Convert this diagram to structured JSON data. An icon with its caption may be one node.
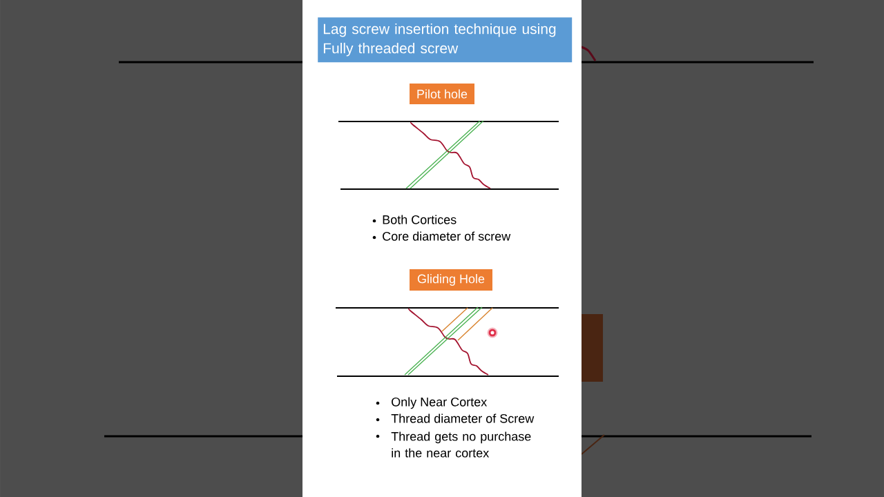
{
  "diagram": {
    "title": "Lag screw insertion technique using Fully threaded screw",
    "nodes": [
      {
        "text": [
          "Pilot hole"
        ]
      },
      {
        "text": [
          "Gliding Hole"
        ]
      }
    ],
    "labels": [
      "Both Cortices",
      "Core diameter of screw",
      "Only Near Cortex",
      "Thread diameter of Screw",
      "Thread gets no purchase in the near cortex"
    ]
  }
}
